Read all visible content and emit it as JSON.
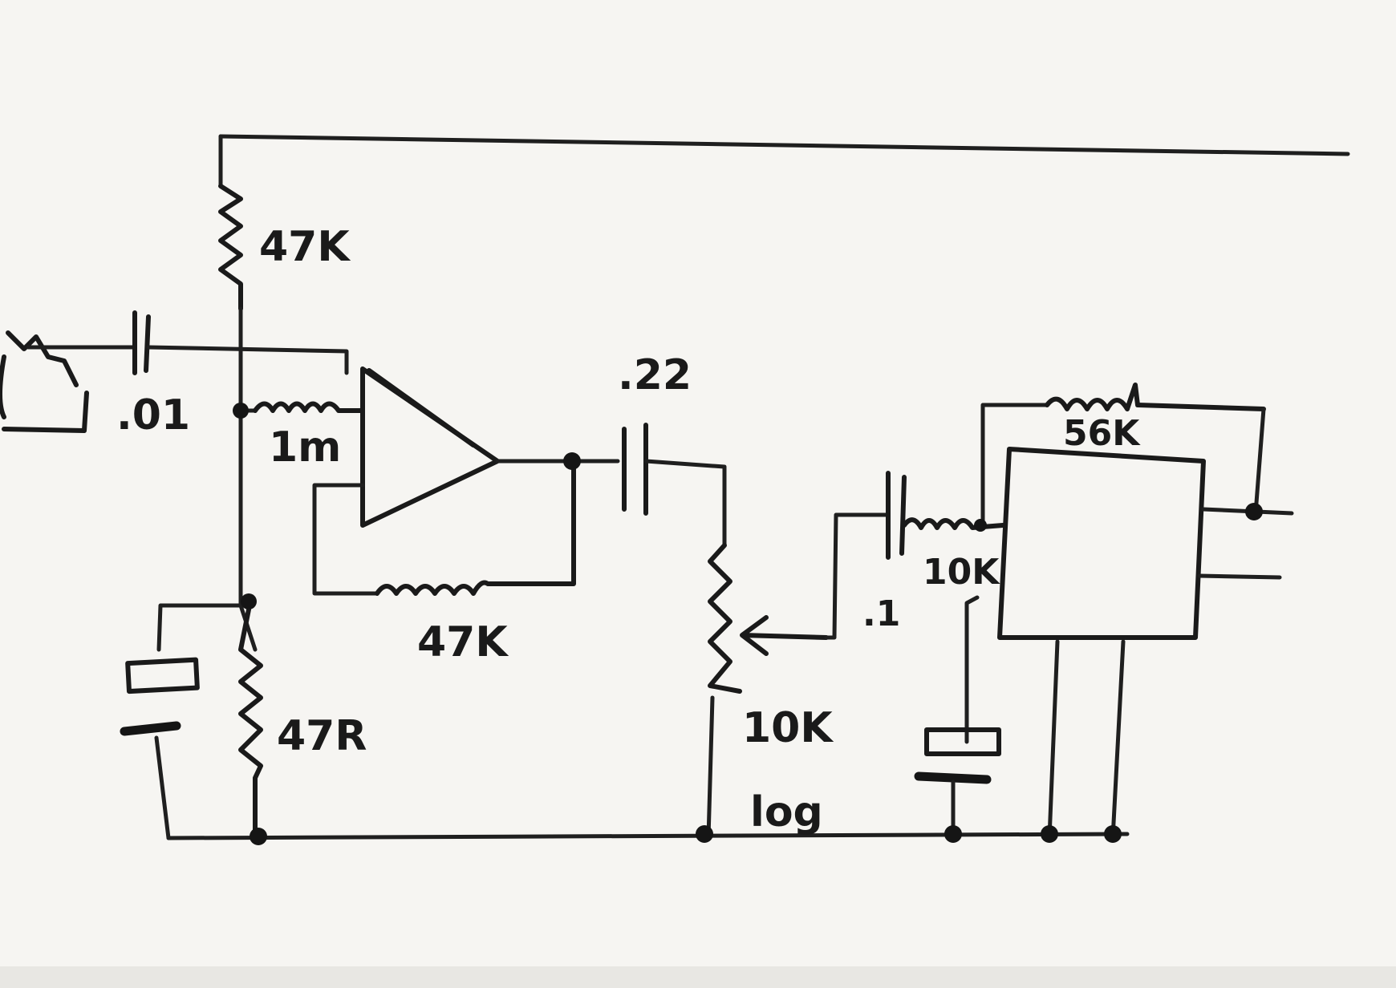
{
  "labels": {
    "r_top": "47K",
    "c_in": ".01",
    "r_bias": "1m",
    "r_feedback": "47K",
    "c_couple": ".22",
    "pot": "10K",
    "pot_taper": "log",
    "r_bottom": "47R",
    "c_ic": ".1",
    "r_ic_in": "10K",
    "r_ic_fb": "56K"
  }
}
